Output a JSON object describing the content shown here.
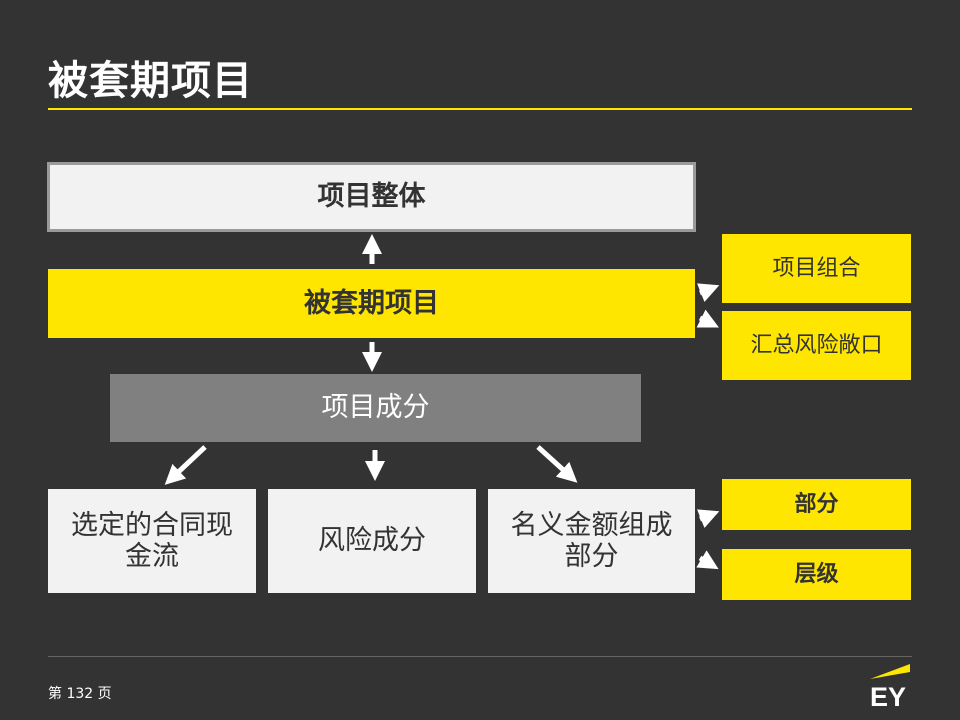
{
  "slide": {
    "title": "被套期项目",
    "page_label": "第 132 页"
  },
  "diagram": {
    "whole": "项目整体",
    "hedged_item": "被套期项目",
    "components": "项目成分",
    "selected_cash_flow": "选定的合同现金流",
    "risk_component": "风险成分",
    "nominal_component": "名义金额组成部分",
    "group": "项目组合",
    "net_position": "汇总风险敞口",
    "part": "部分",
    "layer": "层级"
  },
  "logo": {
    "text": "EY",
    "name": "ey-logo"
  },
  "colors": {
    "background": "#333333",
    "accent": "#ffe600",
    "light_box": "#f2f2f2",
    "grey_box": "#808080",
    "text_dark": "#333333"
  }
}
